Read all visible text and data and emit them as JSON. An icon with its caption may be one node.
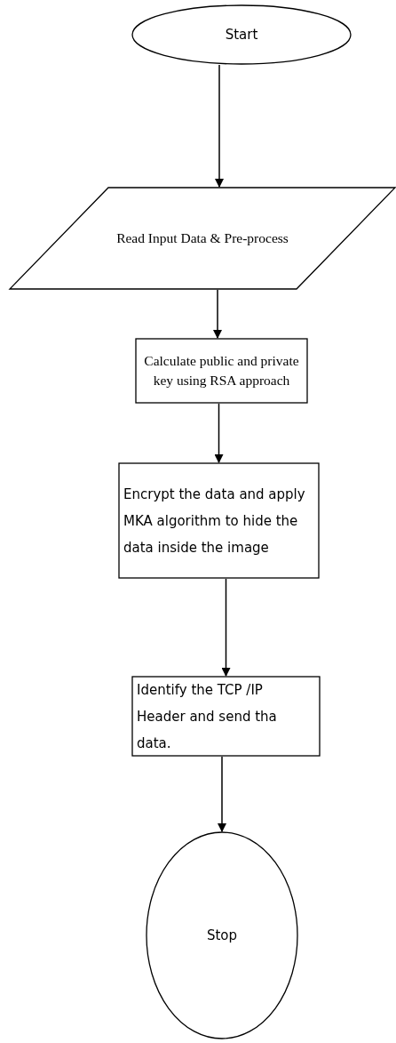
{
  "diagram": {
    "nodes": [
      {
        "text": [
          "Start"
        ]
      },
      {
        "text": [
          "Read Input Data & Pre-process"
        ]
      },
      {
        "text": [
          "Calculate public and private key using RSA approach"
        ]
      },
      {
        "text": [
          "Encrypt the data and apply MKA algorithm to hide the data inside the image"
        ]
      },
      {
        "text": [
          "Identify the TCP /IP Header and send tha data."
        ]
      },
      {
        "text": [
          "Stop"
        ]
      }
    ],
    "edges": [
      {
        "from": 0,
        "to": 1,
        "arrow": "to"
      },
      {
        "from": 1,
        "to": 2,
        "arrow": "to"
      },
      {
        "from": 2,
        "to": 3,
        "arrow": "to"
      },
      {
        "from": 3,
        "to": 4,
        "arrow": "to"
      },
      {
        "from": 4,
        "to": 5,
        "arrow": "to"
      }
    ]
  }
}
